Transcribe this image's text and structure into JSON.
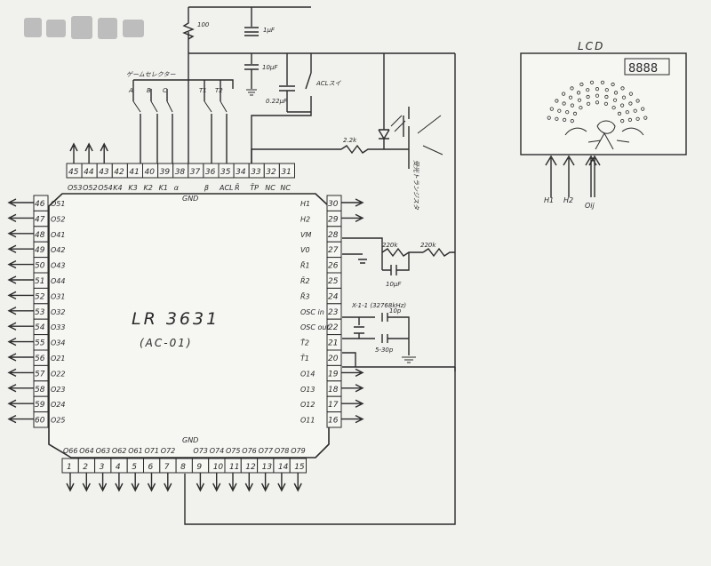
{
  "chip": {
    "name": "LR 3631",
    "sub": "(AC-01)",
    "gnd_top": "GND",
    "gnd_bottom": "GND"
  },
  "lcd": {
    "title": "LCD",
    "digits": "8888",
    "inputs": [
      "H1",
      "H2",
      "Oij"
    ]
  },
  "pins": {
    "top": [
      {
        "n": "45",
        "l": "O53"
      },
      {
        "n": "44",
        "l": "O52"
      },
      {
        "n": "43",
        "l": "O54"
      },
      {
        "n": "42",
        "l": "K4"
      },
      {
        "n": "41",
        "l": "K3"
      },
      {
        "n": "40",
        "l": "K2"
      },
      {
        "n": "39",
        "l": "K1"
      },
      {
        "n": "38",
        "l": "α"
      },
      {
        "n": "37",
        "l": ""
      },
      {
        "n": "36",
        "l": "β"
      },
      {
        "n": "35",
        "l": "ACL"
      },
      {
        "n": "34",
        "l": "R̄"
      },
      {
        "n": "33",
        "l": "T̄P"
      },
      {
        "n": "32",
        "l": "NC"
      },
      {
        "n": "31",
        "l": "NC"
      }
    ],
    "left": [
      {
        "n": "46",
        "l": "O51"
      },
      {
        "n": "47",
        "l": "O52"
      },
      {
        "n": "48",
        "l": "O41"
      },
      {
        "n": "49",
        "l": "O42"
      },
      {
        "n": "50",
        "l": "O43"
      },
      {
        "n": "51",
        "l": "O44"
      },
      {
        "n": "52",
        "l": "O31"
      },
      {
        "n": "53",
        "l": "O32"
      },
      {
        "n": "54",
        "l": "O33"
      },
      {
        "n": "55",
        "l": "O34"
      },
      {
        "n": "56",
        "l": "O21"
      },
      {
        "n": "57",
        "l": "O22"
      },
      {
        "n": "58",
        "l": "O23"
      },
      {
        "n": "59",
        "l": "O24"
      },
      {
        "n": "60",
        "l": "O25"
      }
    ],
    "right": [
      {
        "n": "30",
        "l": "H1"
      },
      {
        "n": "29",
        "l": "H2"
      },
      {
        "n": "28",
        "l": "VM"
      },
      {
        "n": "27",
        "l": "V0"
      },
      {
        "n": "26",
        "l": "R̄1"
      },
      {
        "n": "25",
        "l": "R̄2"
      },
      {
        "n": "24",
        "l": "R̄3"
      },
      {
        "n": "23",
        "l": "OSC in"
      },
      {
        "n": "22",
        "l": "OSC out"
      },
      {
        "n": "21",
        "l": "T̄2"
      },
      {
        "n": "20",
        "l": "T̄1"
      },
      {
        "n": "19",
        "l": "O14"
      },
      {
        "n": "18",
        "l": "O13"
      },
      {
        "n": "17",
        "l": "O12"
      },
      {
        "n": "16",
        "l": "O11"
      }
    ],
    "bottom": [
      {
        "n": "1",
        "l": "O66"
      },
      {
        "n": "2",
        "l": "O64"
      },
      {
        "n": "3",
        "l": "O63"
      },
      {
        "n": "4",
        "l": "O62"
      },
      {
        "n": "5",
        "l": "O61"
      },
      {
        "n": "6",
        "l": "O71"
      },
      {
        "n": "7",
        "l": "O72"
      },
      {
        "n": "8",
        "l": ""
      },
      {
        "n": "9",
        "l": "O73"
      },
      {
        "n": "10",
        "l": "O74"
      },
      {
        "n": "11",
        "l": "O75"
      },
      {
        "n": "12",
        "l": "O76"
      },
      {
        "n": "13",
        "l": "O77"
      },
      {
        "n": "14",
        "l": "O78"
      },
      {
        "n": "15",
        "l": "O79"
      }
    ]
  },
  "components": {
    "r_top": "100",
    "c_top": "1μF",
    "c_mid": "10μF",
    "c_small": "0.22μF",
    "acl_switch": "ACLスイ",
    "r_led": "2.2k",
    "r1": "220k",
    "r2": "220k",
    "c_vm": "10μF",
    "crystal": "X-1-1 (32768kHz)",
    "c_osc": "10p",
    "c_osc2": "5-30p"
  },
  "labels": {
    "game_selector": "ゲームセレクター",
    "switch_a": "A",
    "switch_b": "B",
    "switch_c": "C",
    "switch_t1": "T1",
    "switch_t2": "T2",
    "phototransistor": "受光トランジスタ"
  }
}
